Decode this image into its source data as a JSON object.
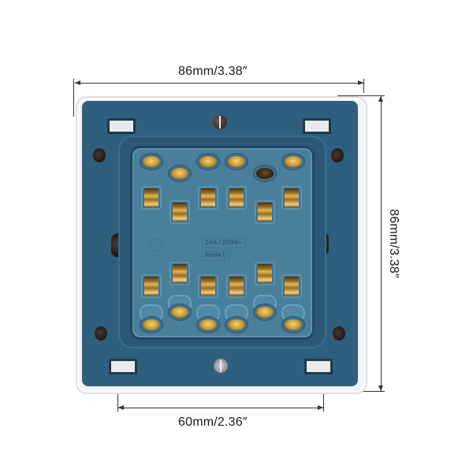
{
  "image": {
    "subject": "Wall switch rear view (back of switch module) with dimension annotations",
    "background_color": "#ffffff",
    "colors": {
      "plate_blue": "#2f5f7e",
      "module_blue": "#4a7f9c",
      "brass_terminal": "#c9962e",
      "frame_white": "#f2f3f4",
      "dimension_line": "#333333"
    }
  },
  "dimensions": {
    "top_width": "86mm/3.38″",
    "right_height": "86mm/3.38″",
    "bottom_width": "60mm/2.36″"
  },
  "module": {
    "rating_label": "10A/250V~",
    "model_label": "Model"
  }
}
